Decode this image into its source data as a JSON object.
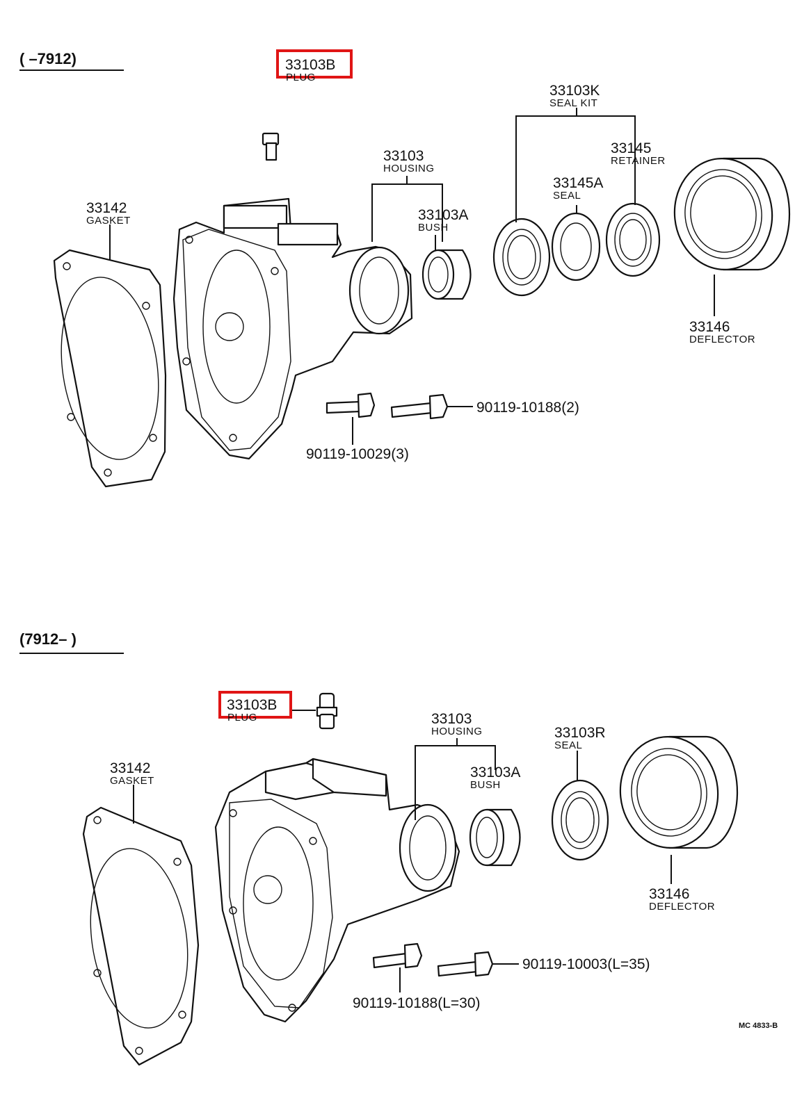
{
  "upper": {
    "range": "(      –7912)",
    "plug": {
      "number": "33103B",
      "name": "PLUG"
    },
    "housing": {
      "number": "33103",
      "name": "HOUSING"
    },
    "gasket": {
      "number": "33142",
      "name": "GASKET"
    },
    "bush": {
      "number": "33103A",
      "name": "BUSH"
    },
    "seal_kit": {
      "number": "33103K",
      "name": "SEAL KIT"
    },
    "seal": {
      "number": "33145A",
      "name": "SEAL"
    },
    "retainer": {
      "number": "33145",
      "name": "RETAINER"
    },
    "deflector": {
      "number": "33146",
      "name": "DEFLECTOR"
    },
    "bolt_a": "90119-10188(2)",
    "bolt_b": "90119-10029(3)"
  },
  "lower": {
    "range": "(7912–      )",
    "plug": {
      "number": "33103B",
      "name": "PLUG"
    },
    "housing": {
      "number": "33103",
      "name": "HOUSING"
    },
    "gasket": {
      "number": "33142",
      "name": "GASKET"
    },
    "bush": {
      "number": "33103A",
      "name": "BUSH"
    },
    "seal": {
      "number": "33103R",
      "name": "SEAL"
    },
    "deflector": {
      "number": "33146",
      "name": "DEFLECTOR"
    },
    "bolt_a": "90119-10003(L=35)",
    "bolt_b": "90119-10188(L=30)"
  },
  "figure_code": "MC 4833-B",
  "highlight_color": "#e01515"
}
